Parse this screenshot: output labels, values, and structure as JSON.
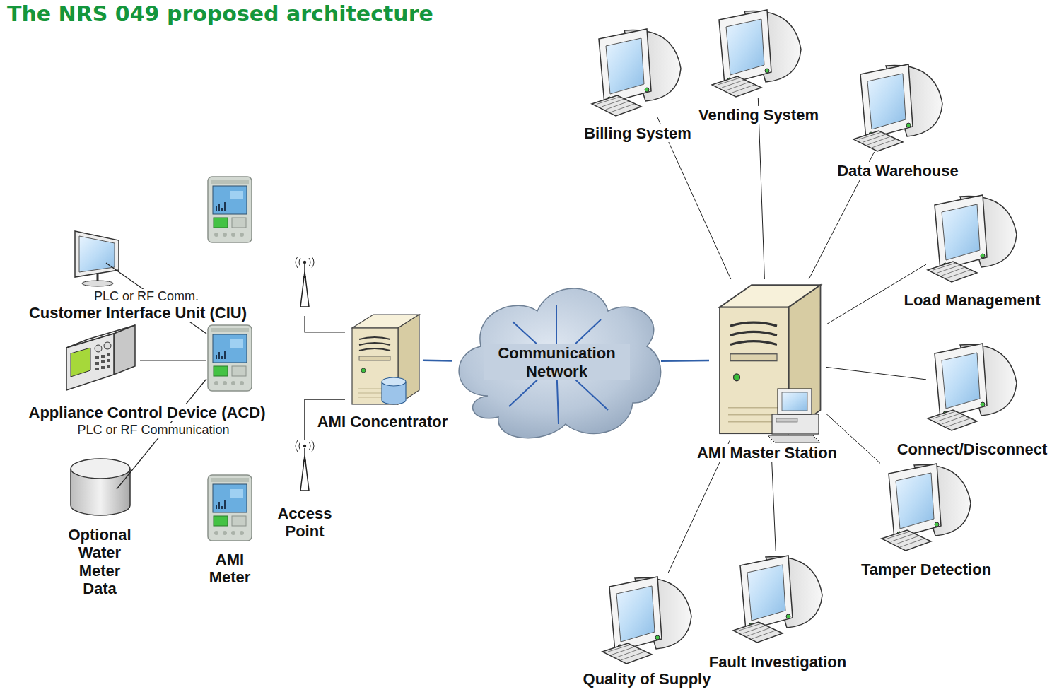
{
  "diagram": {
    "title": "The NRS 049 proposed architecture",
    "nodes": [
      {
        "text": [
          "Customer Interface Unit (CIU)"
        ]
      },
      {
        "text": [
          "Appliance Control Device (ACD)"
        ]
      },
      {
        "text": [
          "Optional Water Meter Data"
        ]
      },
      {
        "text": [
          "AMI Meter"
        ]
      },
      {
        "text": [
          "Access Point"
        ]
      },
      {
        "text": [
          "AMI Concentrator"
        ]
      },
      {
        "text": [
          "Communication Network"
        ]
      },
      {
        "text": [
          "AMI Master Station"
        ]
      },
      {
        "text": [
          "Billing System"
        ]
      },
      {
        "text": [
          "Vending System"
        ]
      },
      {
        "text": [
          "Data Warehouse"
        ]
      },
      {
        "text": [
          "Load Management"
        ]
      },
      {
        "text": [
          "Connect/Disconnect"
        ]
      },
      {
        "text": [
          "Tamper Detection"
        ]
      },
      {
        "text": [
          "Fault Investigation"
        ]
      },
      {
        "text": [
          "Quality of Supply"
        ]
      }
    ],
    "edges": [
      {
        "from": 4,
        "to": 5,
        "arrow": "none"
      },
      {
        "from": 5,
        "to": 6,
        "arrow": "none"
      },
      {
        "from": 6,
        "to": 7,
        "arrow": "none"
      },
      {
        "from": 7,
        "to": 8,
        "arrow": "none"
      },
      {
        "from": 7,
        "to": 9,
        "arrow": "none"
      },
      {
        "from": 7,
        "to": 10,
        "arrow": "none"
      },
      {
        "from": 7,
        "to": 11,
        "arrow": "none"
      },
      {
        "from": 7,
        "to": 12,
        "arrow": "none"
      },
      {
        "from": 7,
        "to": 13,
        "arrow": "none"
      },
      {
        "from": 7,
        "to": 14,
        "arrow": "none"
      },
      {
        "from": 7,
        "to": 15,
        "arrow": "none"
      }
    ],
    "labels": [
      "PLC or RF Comm.",
      "PLC or RF Communication"
    ]
  }
}
